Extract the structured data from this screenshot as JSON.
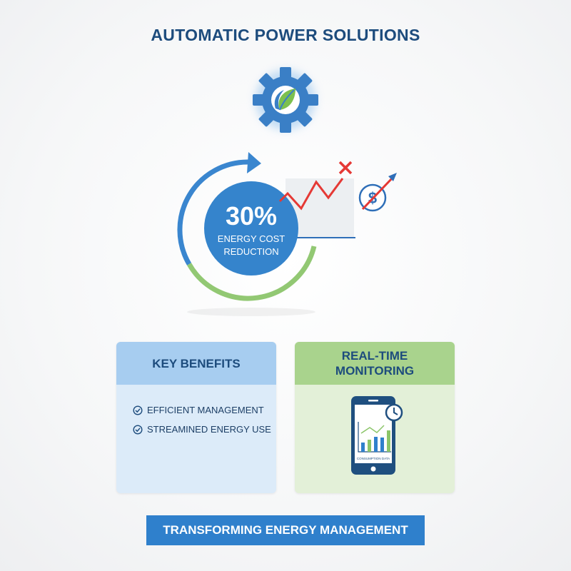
{
  "title": "AUTOMATIC POWER SOLUTIONS",
  "hero": {
    "value": "30%",
    "label_line1": "ENERGY COST",
    "label_line2": "REDUCTION"
  },
  "icons": {
    "top": "gear-leaf-icon",
    "chart": "rising-cost-chart-icon",
    "cost": "dollar-arrow-icon",
    "check": "check-circle-icon",
    "device": "smartphone-chart-icon",
    "clock": "clock-icon"
  },
  "colors": {
    "primary_blue": "#2f80cc",
    "dark_blue": "#1d4c7d",
    "green": "#8cc56a",
    "red": "#e53935"
  },
  "benefits_card": {
    "title": "KEY BENEFITS",
    "items": [
      "EFFICIENT MANAGEMENT",
      "STREAMINED ENERGY USE"
    ]
  },
  "monitoring_card": {
    "title_line1": "REAL-TIME",
    "title_line2": "MONITORING",
    "screen_caption": "CONSUMPTION DATA"
  },
  "banner": "TRANSFORMING ENERGY MANAGEMENT"
}
